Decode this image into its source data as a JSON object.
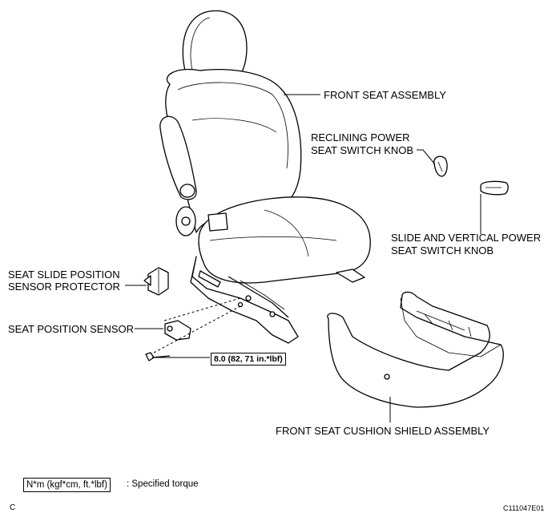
{
  "labels": {
    "front_seat_assembly": "FRONT SEAT ASSEMBLY",
    "reclining_switch_line1": "RECLINING POWER",
    "reclining_switch_line2": "SEAT SWITCH KNOB",
    "slide_vertical_line1": "SLIDE AND VERTICAL POWER",
    "slide_vertical_line2": "SEAT SWITCH KNOB",
    "sensor_protector_line1": "SEAT SLIDE POSITION",
    "sensor_protector_line2": "SENSOR PROTECTOR",
    "seat_position_sensor": "SEAT POSITION SENSOR",
    "cushion_shield": "FRONT SEAT CUSHION SHIELD ASSEMBLY"
  },
  "torque_spec": "8.0 (82, 71 in.*lbf)",
  "legend": {
    "unit_box": "N*m (kgf*cm, ft.*lbf)",
    "description": ": Specified torque"
  },
  "footer": {
    "corner_letter": "C",
    "figure_code": "C111047E01"
  }
}
